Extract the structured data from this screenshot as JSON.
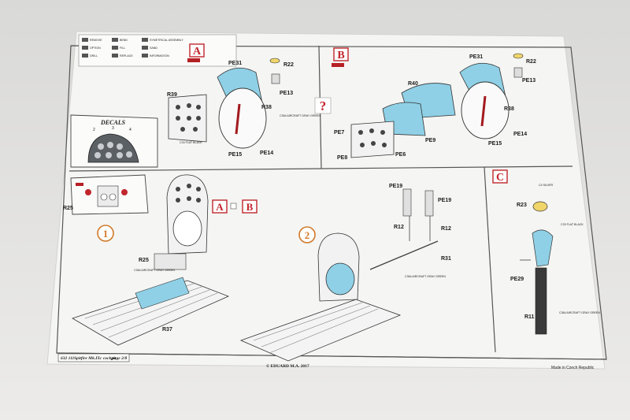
{
  "legend": {
    "items": [
      "REMOVE",
      "BEND",
      "SYMETRICAL ASSEMBLY",
      "OPTION",
      "FILL",
      "SAND",
      "DRILL",
      "REPLACE",
      "INFORMATION"
    ]
  },
  "section_a": {
    "letter": "A",
    "parts": [
      "PE31",
      "R22",
      "PE13",
      "R39",
      "R38",
      "PE15",
      "PE14"
    ],
    "color_notes": [
      "C364 AIRCRAFT GRAY GREEN",
      "C33 FLAT BLACK"
    ]
  },
  "section_b": {
    "letter": "B",
    "parts": [
      "PE31",
      "R22",
      "PE13",
      "R40",
      "R38",
      "PE7",
      "PE9",
      "PE8",
      "PE6",
      "PE15",
      "PE14"
    ],
    "question_mark": "?"
  },
  "section_c": {
    "letter": "C",
    "parts": [
      "R23",
      "PE29",
      "R11"
    ],
    "color_notes": [
      "C4 SILVER",
      "C33 FLAT BLACK",
      "C364 AIRCRAFT GRAY GREEN"
    ]
  },
  "decals": {
    "title": "DECALS",
    "numbers": [
      "2",
      "3",
      "4"
    ]
  },
  "step1": {
    "number": "1",
    "option_a": "A",
    "option_b": "B",
    "parts": [
      "R25",
      "R25",
      "R37"
    ],
    "color_note": "C364 AIRCRAFT GRAY GREEN"
  },
  "step2": {
    "number": "2",
    "parts": [
      "PE19",
      "PE19",
      "R12",
      "R12",
      "R31"
    ],
    "color_note": "C364 AIRCRAFT GRAY GREEN"
  },
  "footer": {
    "product": "632 111",
    "title": "Spitfire Mk.IXc cockpit",
    "page": "page 2/8",
    "copyright": "© EDUARD M.A. 2017",
    "made_in": "Made in Czech Republic"
  }
}
